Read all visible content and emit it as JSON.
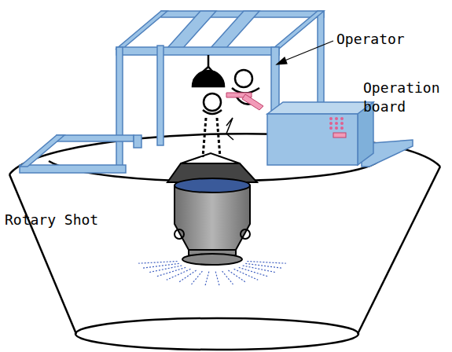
{
  "diagram": {
    "labels": [
      "Operator",
      "Operation board",
      "Rotary Shot"
    ]
  }
}
